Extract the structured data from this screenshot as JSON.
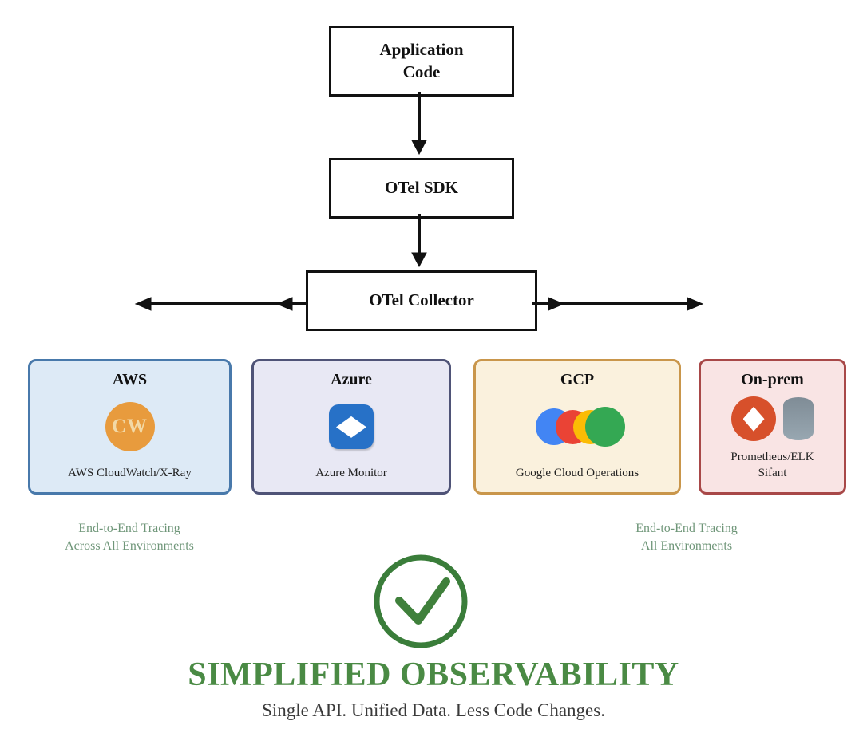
{
  "flow": {
    "app_code": "Application\nCode",
    "otel_sdk": "OTel SDK",
    "otel_collector": "OTel Collector"
  },
  "destinations": [
    {
      "title": "AWS",
      "caption": "AWS CloudWatch/X-Ray",
      "icon": "cloudwatch-icon",
      "icon_text": "CW",
      "bg": "#ddeaf6",
      "border": "#4879ab",
      "accent": "#e89b3d"
    },
    {
      "title": "Azure",
      "caption": "Azure Monitor",
      "icon": "azure-monitor-icon",
      "bg": "#e8e8f4",
      "border": "#4f5377",
      "accent": "#2771c7"
    },
    {
      "title": "GCP",
      "caption": "Google Cloud Operations",
      "icon": "google-cloud-circles-icon",
      "bg": "#faf1dd",
      "border": "#c9964b",
      "accent_colors": [
        "#4285f4",
        "#ea4335",
        "#fbbc05",
        "#34a853"
      ]
    },
    {
      "title": "On-prem",
      "caption": "Prometheus/ELK\nSifant",
      "icon": "prometheus-icon database-icon",
      "bg": "#f9e4e4",
      "border": "#a84848",
      "accent": "#d7502b"
    }
  ],
  "annotations": {
    "left": "End-to-End Tracing\nAcross All Environments",
    "right": "End-to-End Tracing\nAll Environments",
    "color": "#6f9679"
  },
  "result": {
    "headline": "SIMPLIFIED OBSERVABILITY",
    "subtitle": "Single API. Unified Data. Less Code Changes.",
    "headline_color": "#4a8a44",
    "check_color": "#3a7d3a"
  }
}
